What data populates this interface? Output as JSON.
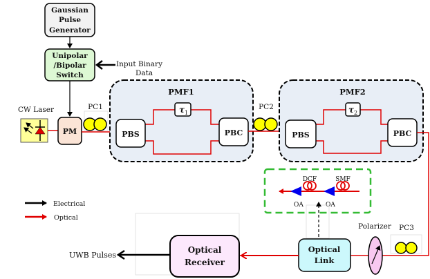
{
  "blocks": {
    "gaussian": [
      "Gaussian",
      "Pulse",
      "Generator"
    ],
    "switch": [
      "Unipolar",
      "/Bipolar",
      "Switch"
    ],
    "input_data": [
      "Input Binary",
      "Data"
    ],
    "cw_laser": "CW Laser",
    "pm": "PM",
    "pc1": "PC1",
    "pc2": "PC2",
    "pc3": "PC3",
    "pmf1": {
      "title": "PMF1",
      "pbs": "PBS",
      "pbc": "PBC",
      "tau": "τ",
      "tau_sub": "1"
    },
    "pmf2": {
      "title": "PMF2",
      "pbs": "PBS",
      "pbc": "PBC",
      "tau": "τ",
      "tau_sub": "2"
    },
    "link_inset": {
      "dcf": "DCF",
      "smf": "SMF",
      "oa_left": "OA",
      "oa_right": "OA"
    },
    "polarizer": "Polarizer",
    "optical_link": [
      "Optical",
      "Link"
    ],
    "optical_receiver": [
      "Optical",
      "Receiver"
    ],
    "uwb_output": "UWB Pulses"
  },
  "legend": [
    {
      "label": "Electrical",
      "color": "#000000"
    },
    {
      "label": "Optical",
      "color": "#e00000"
    }
  ],
  "colors": {
    "optical": "#e00000",
    "electrical": "#000000",
    "gaussian_fill": "#f2f2f2",
    "switch_fill": "#ddf8d4",
    "laser_fill": "#ffff99",
    "pm_fill": "#fbe4d6",
    "pmf_fill": "#e8eef6",
    "pc_fill": "#ffff00",
    "inset_border": "#33bb33",
    "amp_fill": "#0000ee",
    "polarizer_fill": "#f8c8f0",
    "link_fill": "#ccf8fc",
    "receiver_fill": "#fce8fc"
  }
}
